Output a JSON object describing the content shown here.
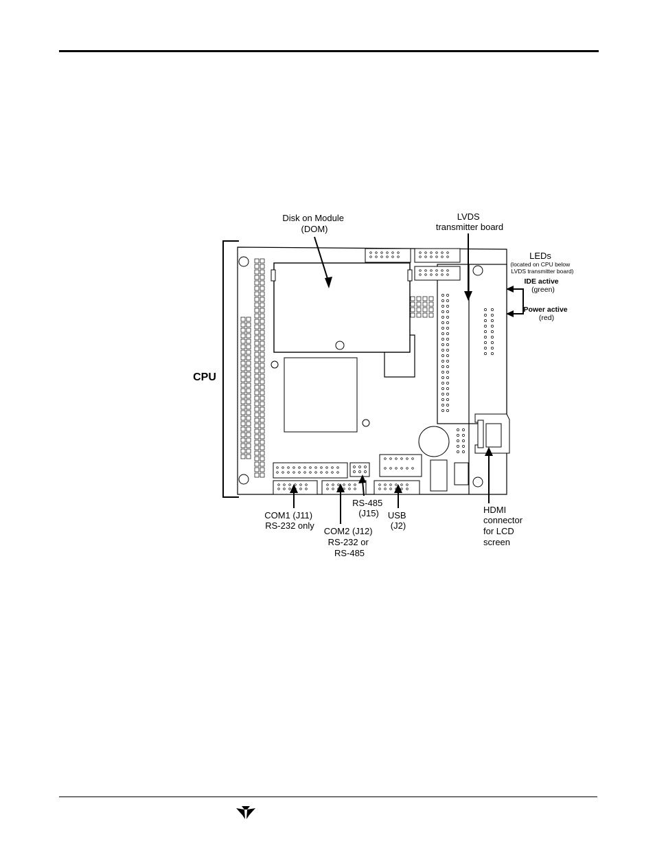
{
  "figure": {
    "labels": {
      "dom": [
        "Disk on Module",
        "(DOM)"
      ],
      "lvds": [
        "LVDS",
        "transmitter board"
      ],
      "leds_title": "LEDs",
      "leds_note": [
        "(located on CPU below",
        "LVDS transmitter board)"
      ],
      "ide_active": [
        "IDE active",
        "(green)"
      ],
      "power_active": [
        "Power active",
        "(red)"
      ],
      "cpu": "CPU",
      "com1": [
        "COM1 (J11)",
        "RS-232 only"
      ],
      "com2": [
        "COM2 (J12)",
        "RS-232 or",
        "RS-485"
      ],
      "rs485": [
        "RS-485",
        "(J15)"
      ],
      "usb": [
        "USB",
        "(J2)"
      ],
      "hdmi": [
        "HDMI",
        "connector",
        "for LCD",
        "screen"
      ]
    }
  },
  "footer": {
    "logo_icon": "teledyne-logo-icon"
  }
}
